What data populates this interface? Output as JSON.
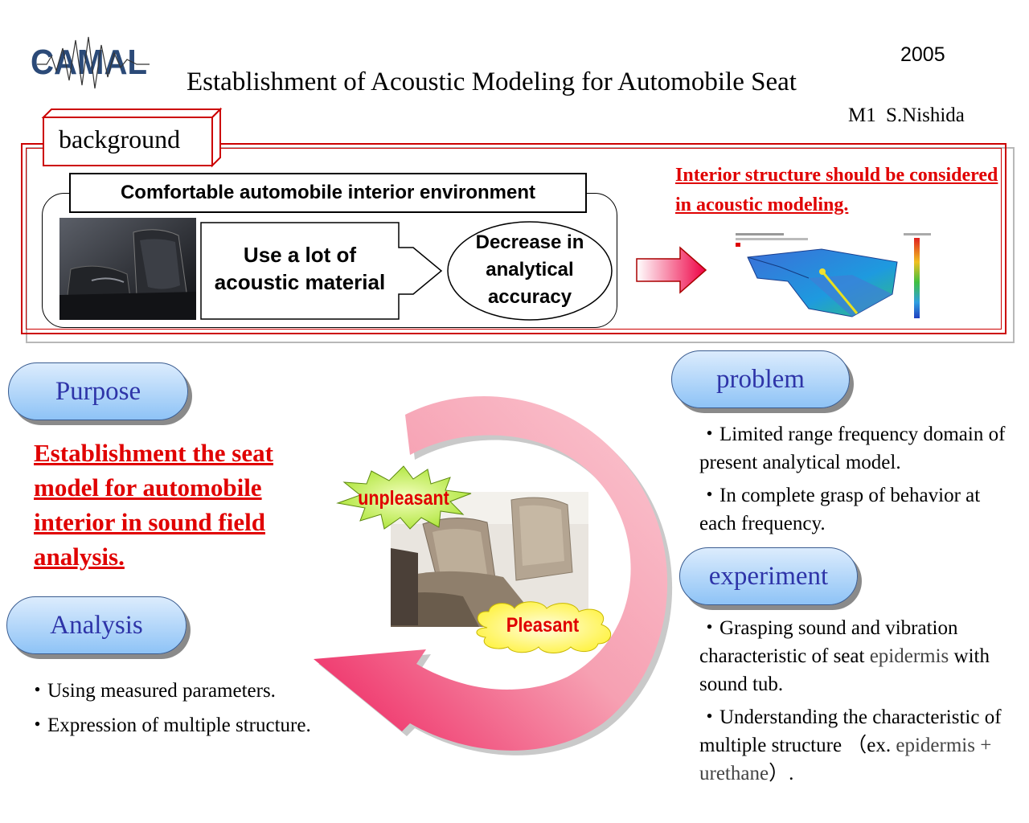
{
  "header": {
    "logo_text": "CAMAL",
    "year": "2005",
    "title": "Establishment of Acoustic Modeling for Automobile Seat",
    "author": "M1 S.Nishida"
  },
  "background": {
    "tab_label": "background",
    "env_heading": "Comfortable automobile interior environment",
    "flow_box": "Use a lot of acoustic material",
    "flow_result": "Decrease in analytical accuracy",
    "conclusion": "Interior structure should be considered in acoustic modeling."
  },
  "purpose": {
    "label": "Purpose",
    "text": "Establishment the seat model for automobile interior in sound field analysis."
  },
  "analysis": {
    "label": "Analysis",
    "items": [
      "・Using measured parameters.",
      "・Expression of multiple structure."
    ]
  },
  "problem": {
    "label": "problem",
    "items": [
      "・Limited range frequency domain of present analytical model.",
      "・In complete grasp of behavior at each frequency."
    ]
  },
  "experiment": {
    "label": "experiment",
    "item1_before": "・Grasping sound and vibration characteristic of seat ",
    "item1_term": "epidermis",
    "item1_after": " with sound tub.",
    "item2_before": "・Understanding the characteristic of multiple structure （ex. ",
    "item2_term": "epidermis + urethane",
    "item2_after": "）."
  },
  "cycle": {
    "unpleasant": "unpleasant",
    "pleasant": "Pleasant"
  },
  "colors": {
    "accent_red": "#e00000",
    "pill_text": "#2e34a8",
    "pill_top": "#dcecfd",
    "pill_bottom": "#8ec3f6",
    "panel_border": "#cc0000",
    "cycle_pink": "#f48aa0"
  }
}
